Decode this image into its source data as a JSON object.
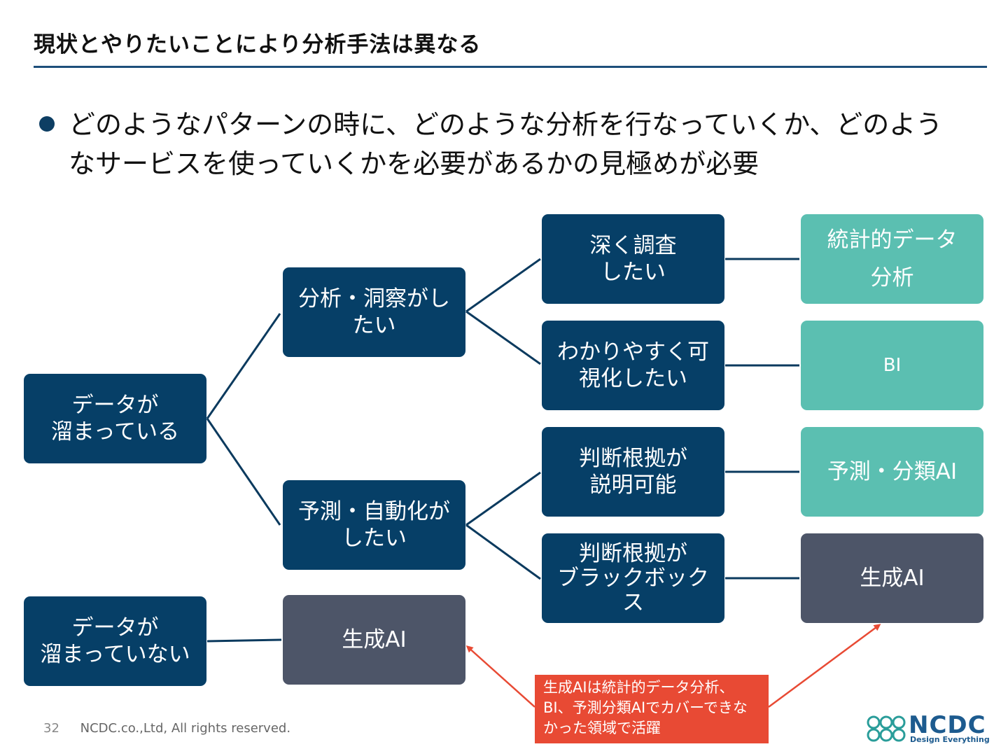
{
  "header": {
    "title": "現状とやりたいことにより分析手法は異なる"
  },
  "lead": {
    "line1": "どのようなパターンの時に、どのような分析を行なっていくか、どのよう",
    "line2": "なサービスを使っていくかを必要があるかの見極めが必要"
  },
  "nodes": {
    "data_stored": "データが\n溜まっている",
    "data_not_stored": "データが\n溜まっていない",
    "analyze_insight": "分析・洞察がし\nたい",
    "predict_automate": "予測・自動化が\nしたい",
    "deep_investigate": "深く調査\nしたい",
    "visualize": "わかりやすく可\n視化したい",
    "explainable": "判断根拠が\n説明可能",
    "blackbox": "判断根拠が\nブラックボック\nス",
    "gen_ai_mid": "生成AI",
    "statistical": "統計的データ\n分析",
    "bi": "BI",
    "predict_classify_ai": "予測・分類AI",
    "gen_ai_right": "生成AI"
  },
  "callout": {
    "text": "生成AIは統計的データ分析、\nBI、予測分類AIでカバーできな\nかった領域で活躍"
  },
  "footer": {
    "page_number": "32",
    "copyright": "NCDC.co.,Ltd, All rights reserved."
  },
  "logo": {
    "wordmark": "NCDC",
    "tagline": "Design Everything"
  },
  "colors": {
    "navy": "#063f67",
    "teal": "#5bbfb1",
    "slate": "#4d5568",
    "callout": "#e84a34",
    "rule": "#1d4f7a"
  }
}
